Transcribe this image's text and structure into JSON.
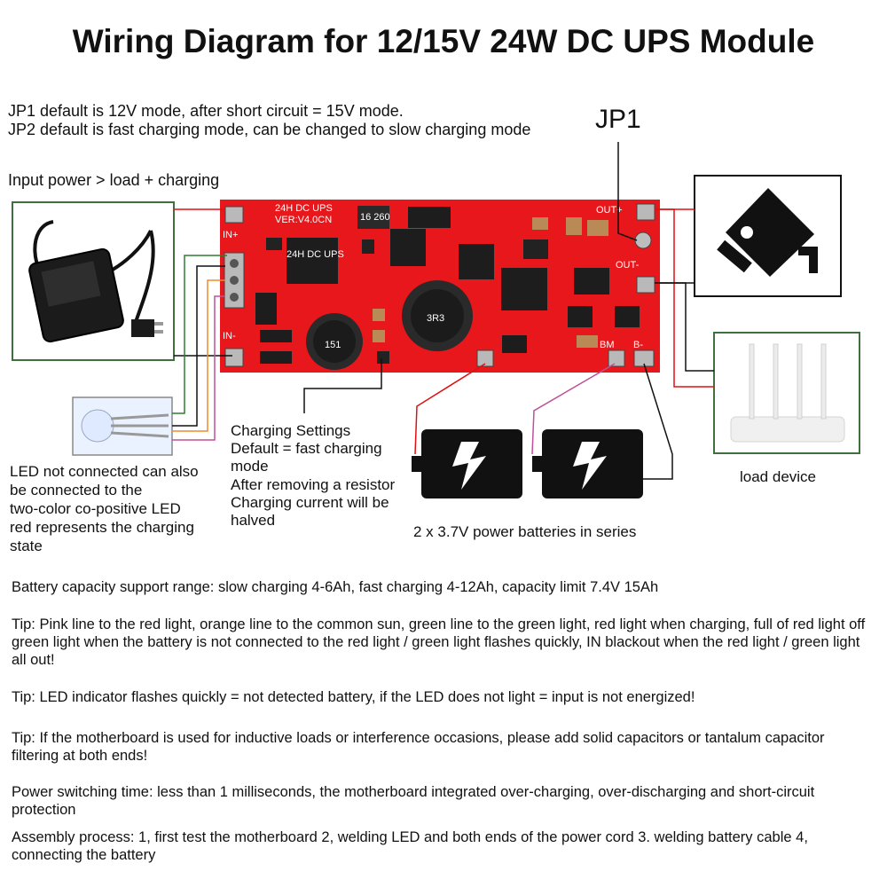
{
  "title": "Wiring Diagram for 12/15V 24W DC UPS Module",
  "notes": {
    "jp1": "JP1 default is 12V mode, after short circuit = 15V mode.",
    "jp2": "JP2 default is fast charging mode, can be changed to slow charging mode"
  },
  "jp1_label": "JP1",
  "input_power_label": "Input power > load + charging",
  "led_note": [
    "LED not connected can also",
    "be connected to the",
    "two-color co-positive LED",
    "red represents the charging",
    "state"
  ],
  "charging_settings": [
    "Charging Settings",
    "Default = fast charging",
    "mode",
    "After removing a resistor",
    "Charging current will be",
    "halved"
  ],
  "battery_label": "2 x 3.7V power batteries in series",
  "load_label": "load device",
  "pcb": {
    "model": "24H DC UPS",
    "version": "VER:V4.0CN",
    "in_plus": "IN+",
    "in_minus": "IN-",
    "out_plus": "OUT+",
    "out_minus": "OUT-",
    "bm": "BM",
    "b_minus": "B-",
    "coil1": "151",
    "coil2": "3R3",
    "cap": "16 260"
  },
  "paragraphs": [
    "Battery capacity support range: slow charging 4-6Ah, fast charging 4-12Ah, capacity limit 7.4V 15Ah",
    "Tip: Pink line to the red light, orange line to the common sun, green line to the green light, red light when charging, full of red light off green light when the battery is not connected to the red light / green light flashes quickly, IN blackout when the red light / green light all out!",
    "Tip: LED indicator flashes quickly = not detected battery, if the LED does not light = input is not energized!",
    "Tip: If the motherboard is used for inductive loads or interference occasions, please add solid capacitors or tantalum capacitor filtering at both ends!",
    "Power switching time: less than 1 milliseconds, the motherboard integrated over-charging, over-discharging and short-circuit protection",
    "Assembly process: 1, first test the motherboard 2, welding LED and both ends of the power cord 3. welding battery cable 4, connecting the battery"
  ],
  "colors": {
    "pcb": "#e8171b",
    "wire_red": "#e01010",
    "wire_black": "#111111",
    "wire_green": "#2e7d32",
    "wire_orange": "#f08a2a",
    "wire_pink": "#c0509a",
    "frame_green": "#3f6f3f"
  },
  "icons": [
    "power-adapter-icon",
    "camera-icon",
    "router-icon",
    "battery-icon",
    "lightning-icon",
    "led-icon"
  ]
}
